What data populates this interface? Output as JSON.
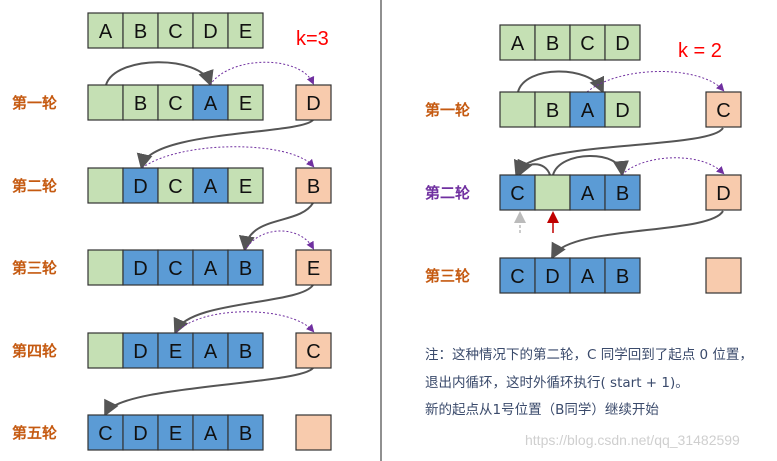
{
  "colors": {
    "green": "#c5e0b4",
    "blue": "#5b9bd5",
    "peach": "#f8cbad",
    "orange": "#c55a11",
    "purple": "#7030a0",
    "red": "#ff0000"
  },
  "left": {
    "k_label": "k=3",
    "initial": [
      "A",
      "B",
      "C",
      "D",
      "E"
    ],
    "rounds": [
      {
        "label": "第一轮",
        "cells": [
          [
            "",
            "g"
          ],
          [
            "B",
            "g"
          ],
          [
            "C",
            "g"
          ],
          [
            "A",
            "b"
          ],
          [
            "E",
            "g"
          ]
        ],
        "temp": "D"
      },
      {
        "label": "第二轮",
        "cells": [
          [
            "",
            "g"
          ],
          [
            "D",
            "b"
          ],
          [
            "C",
            "g"
          ],
          [
            "A",
            "b"
          ],
          [
            "E",
            "g"
          ]
        ],
        "temp": "B"
      },
      {
        "label": "第三轮",
        "cells": [
          [
            "",
            "g"
          ],
          [
            "D",
            "b"
          ],
          [
            "C",
            "b"
          ],
          [
            "A",
            "b"
          ],
          [
            "B",
            "b"
          ]
        ],
        "temp": "E"
      },
      {
        "label": "第四轮",
        "cells": [
          [
            "",
            "g"
          ],
          [
            "D",
            "b"
          ],
          [
            "E",
            "b"
          ],
          [
            "A",
            "b"
          ],
          [
            "B",
            "b"
          ]
        ],
        "temp": "C"
      },
      {
        "label": "第五轮",
        "cells": [
          [
            "C",
            "b"
          ],
          [
            "D",
            "b"
          ],
          [
            "E",
            "b"
          ],
          [
            "A",
            "b"
          ],
          [
            "B",
            "b"
          ]
        ],
        "temp": ""
      }
    ]
  },
  "right": {
    "k_label": "k = 2",
    "initial": [
      "A",
      "B",
      "C",
      "D"
    ],
    "rounds": [
      {
        "label": "第一轮",
        "cells": [
          [
            "",
            "g"
          ],
          [
            "B",
            "g"
          ],
          [
            "A",
            "b"
          ],
          [
            "D",
            "g"
          ]
        ],
        "temp": "C"
      },
      {
        "label": "第二轮",
        "cells": [
          [
            "C",
            "b"
          ],
          [
            "",
            "g"
          ],
          [
            "A",
            "b"
          ],
          [
            "B",
            "b"
          ]
        ],
        "temp": "D"
      },
      {
        "label": "第三轮",
        "cells": [
          [
            "C",
            "b"
          ],
          [
            "D",
            "b"
          ],
          [
            "A",
            "b"
          ],
          [
            "B",
            "b"
          ]
        ],
        "temp": ""
      }
    ],
    "note": [
      "注：这种情况下的第二轮，C 同学回到了起点 0 位置，",
      "退出内循环，这时外循环执行( start + 1)。",
      "新的起点从1号位置（B同学）继续开始"
    ]
  },
  "watermark": "https://blog.csdn.net/qq_31482599"
}
